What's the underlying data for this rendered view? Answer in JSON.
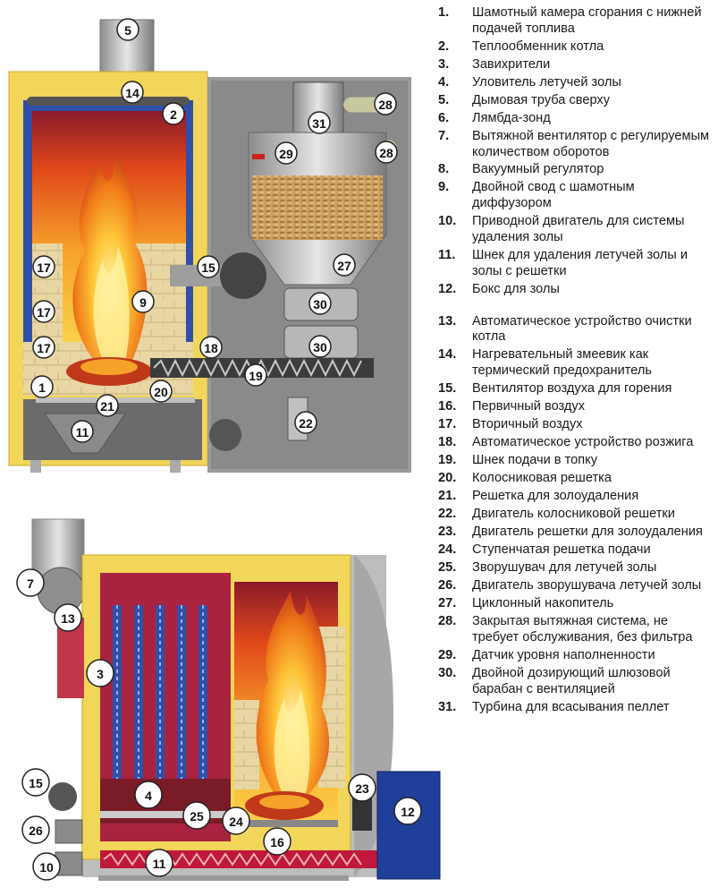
{
  "legend": [
    {
      "num": "1.",
      "text": "Шамотный камера сгорания с нижней подачей топлива"
    },
    {
      "num": "2.",
      "text": "Теплообменник котла"
    },
    {
      "num": "3.",
      "text": "Завихрители"
    },
    {
      "num": "4.",
      "text": "Уловитель летучей золы"
    },
    {
      "num": "5.",
      "text": "Дымовая труба сверху"
    },
    {
      "num": "6.",
      "text": "Лямбда-зонд"
    },
    {
      "num": "7.",
      "text": "Вытяжной вентилятор с регулируемым количеством оборотов"
    },
    {
      "num": "8.",
      "text": "Вакуумный регулятор"
    },
    {
      "num": "9.",
      "text": "Двойной свод с шамотным диффузором"
    },
    {
      "num": "10.",
      "text": "Приводной двигатель для системы удаления золы"
    },
    {
      "num": "11.",
      "text": "Шнек для удаления летучей золы и золы с решетки"
    },
    {
      "num": "12.",
      "text": "Бокс для золы"
    },
    {
      "num": "13.",
      "text": "Автоматическое устройство очистки котла"
    },
    {
      "num": "14.",
      "text": "Нагревательный змеевик как термический предохранитель"
    },
    {
      "num": "15.",
      "text": "Вентилятор воздуха для горения"
    },
    {
      "num": "16.",
      "text": "Первичный воздух"
    },
    {
      "num": "17.",
      "text": "Вторичный воздух"
    },
    {
      "num": "18.",
      "text": "Автоматическое устройство розжига"
    },
    {
      "num": "19.",
      "text": "Шнек подачи в топку"
    },
    {
      "num": "20.",
      "text": "Колосниковая решетка"
    },
    {
      "num": "21.",
      "text": "Решетка для золоудаления"
    },
    {
      "num": "22.",
      "text": "Двигатель колосниковой решетки"
    },
    {
      "num": "23.",
      "text": "Двигатель решетки для золоудаления"
    },
    {
      "num": "24.",
      "text": "Ступенчатая решетка подачи"
    },
    {
      "num": "25.",
      "text": "Зворушувач для летучей золы"
    },
    {
      "num": "26.",
      "text": "Двигатель зворушувача летучей золы"
    },
    {
      "num": "27.",
      "text": "Циклонный накопитель"
    },
    {
      "num": "28.",
      "text": "Закрытая вытяжная система, не требует обслуживания, без фильтра"
    },
    {
      "num": "29.",
      "text": "Датчик уровня наполненности"
    },
    {
      "num": "30.",
      "text": "Двойной дозирующий шлюзовой барабан с вентиляцией"
    },
    {
      "num": "31.",
      "text": "Турбина для всасывания пеллет"
    }
  ],
  "callouts": {
    "top": [
      "5",
      "14",
      "2",
      "28",
      "31",
      "29",
      "28",
      "27",
      "17",
      "15",
      "9",
      "17",
      "30",
      "17",
      "18",
      "30",
      "1",
      "19",
      "21",
      "20",
      "22",
      "11"
    ],
    "bottom": [
      "7",
      "13",
      "3",
      "4",
      "25",
      "24",
      "16",
      "23",
      "12",
      "15",
      "26",
      "10",
      "11"
    ]
  },
  "colors": {
    "insulation": "#f2d65a",
    "casing": "#8c8c8c",
    "water": "#2f4fa8",
    "fire_hot": "#ffd23a",
    "fire_outer": "#d23a10",
    "chamber_red": "#b02a4a",
    "pellets": "#c89a55",
    "ash": "#7a1c28"
  }
}
